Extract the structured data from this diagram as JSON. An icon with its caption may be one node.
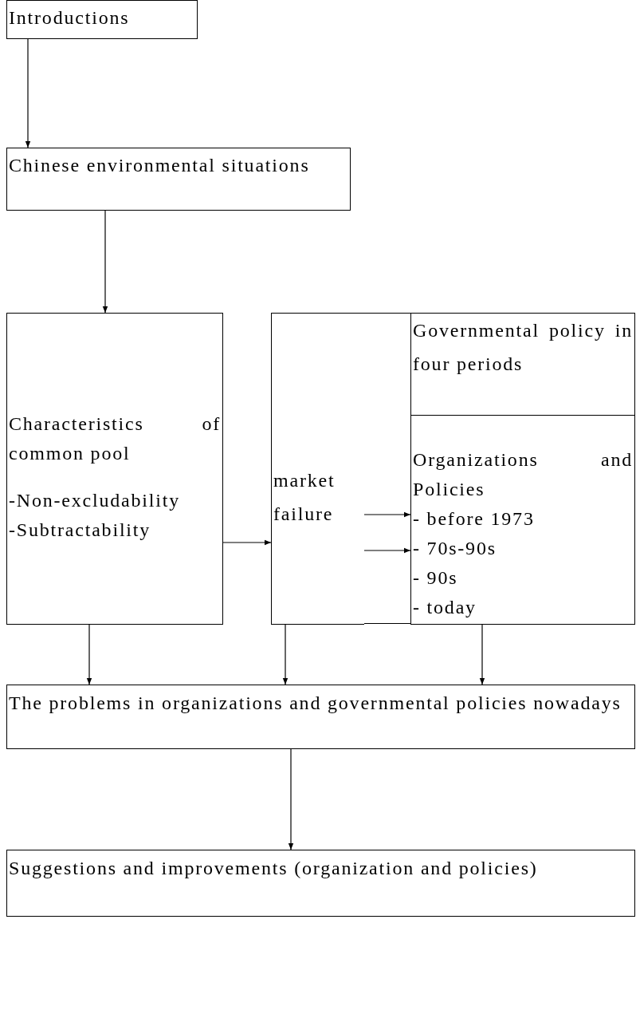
{
  "diagram": {
    "nodes": [
      {
        "text": [
          "Introductions"
        ]
      },
      {
        "text": [
          "Chinese environmental situations"
        ]
      },
      {
        "text": [
          "Characteristics of common pool",
          "-Non-excludability",
          "-Subtractability"
        ]
      },
      {
        "text": [
          "market failure"
        ]
      },
      {
        "text": [
          "Governmental policy in four periods"
        ]
      },
      {
        "text": [
          "Organizations and Policies",
          "- before 1973",
          "- 70s-90s",
          "- 90s",
          "- today"
        ]
      },
      {
        "text": [
          "The problems in organizations and governmental policies nowadays"
        ]
      },
      {
        "text": [
          "Suggestions and improvements (organization and policies)"
        ]
      }
    ],
    "edges": [
      {
        "from": 0,
        "to": 1,
        "arrow": "to"
      },
      {
        "from": 1,
        "to": 2,
        "arrow": "to"
      },
      {
        "from": 2,
        "to": 3,
        "arrow": "to"
      },
      {
        "from": 3,
        "to": 5,
        "arrow": "to"
      },
      {
        "from": 3,
        "to": 5,
        "arrow": "to"
      },
      {
        "from": 2,
        "to": 6,
        "arrow": "to"
      },
      {
        "from": 3,
        "to": 6,
        "arrow": "to"
      },
      {
        "from": 5,
        "to": 6,
        "arrow": "to"
      },
      {
        "from": 6,
        "to": 7,
        "arrow": "to"
      }
    ]
  }
}
